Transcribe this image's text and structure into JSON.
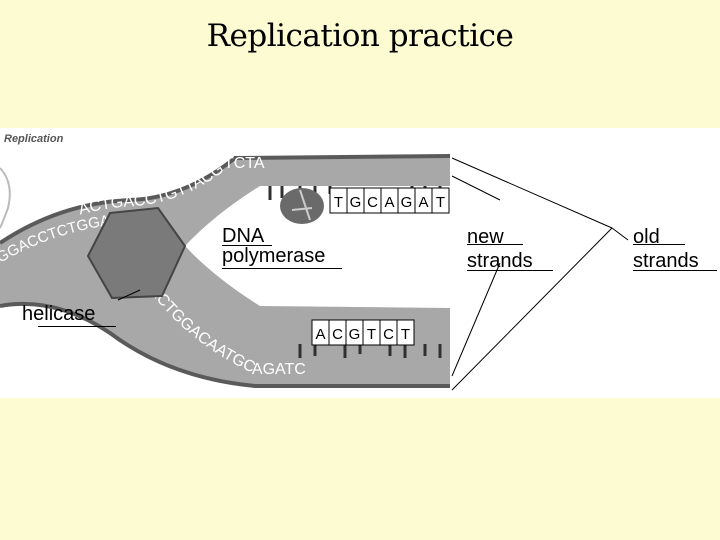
{
  "title": "Replication practice",
  "figure": {
    "caption": "Replication",
    "top_strand_letters": "ACTGACCTGTTACGTCTA",
    "bottom_strand_letters": "TACTGGACAATGCAGATC",
    "left_strand_letters": "GGACCTCTGGACCTGGAC",
    "new_top_bases": [
      "T",
      "G",
      "C",
      "A",
      "G",
      "A",
      "T"
    ],
    "new_bottom_bases": [
      "A",
      "C",
      "G",
      "T",
      "C",
      "T"
    ]
  },
  "labels": {
    "dna_polymerase_line1": "DNA",
    "dna_polymerase_line2": "polymerase",
    "helicase": "helicase",
    "new_strands_line1": "new",
    "new_strands_line2": "strands",
    "old_strands_line1": "old",
    "old_strands_line2": "strands"
  },
  "colors": {
    "background": "#fdfbd2",
    "strand_gray": "#9a9a9a",
    "strand_dark": "#3a3a3a",
    "helicase_fill": "#7a7a7a"
  }
}
